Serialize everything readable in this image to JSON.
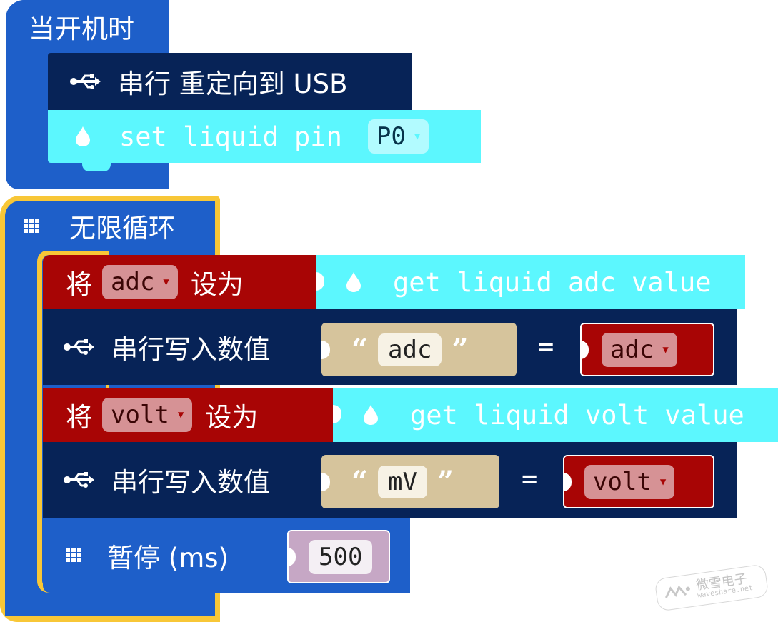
{
  "on_start": {
    "hat_label": "当开机时",
    "redirect": {
      "label": "串行 重定向到 USB",
      "icon": "usb-icon"
    },
    "set_pin": {
      "label": "set liquid pin",
      "pin": "P0",
      "icon": "droplet-icon"
    }
  },
  "forever": {
    "hat_label": "无限循环",
    "icon": "grid-icon",
    "set_adc": {
      "set_label": "将",
      "variable": "adc",
      "to_label": "设为",
      "reporter": "get liquid adc value"
    },
    "write_adc": {
      "label": "串行写入数值",
      "name": "adc",
      "eq": "=",
      "variable": "adc"
    },
    "set_volt": {
      "set_label": "将",
      "variable": "volt",
      "to_label": "设为",
      "reporter": "get liquid volt value"
    },
    "write_volt": {
      "label": "串行写入数值",
      "name": "mV",
      "eq": "=",
      "variable": "volt"
    },
    "pause": {
      "label": "暂停 (ms)",
      "value": "500"
    }
  },
  "quotes": {
    "open": "“",
    "close": "”"
  },
  "watermark": {
    "text": "微雪电子",
    "sub": "waveshare.net"
  },
  "colors": {
    "basic": "#1e5fc9",
    "serial": "#072357",
    "variables": "#a80505",
    "liquid": "#5cf7fe",
    "text": "#d6c49c",
    "math": "#c6a7c5",
    "highlight": "#f8c737"
  }
}
